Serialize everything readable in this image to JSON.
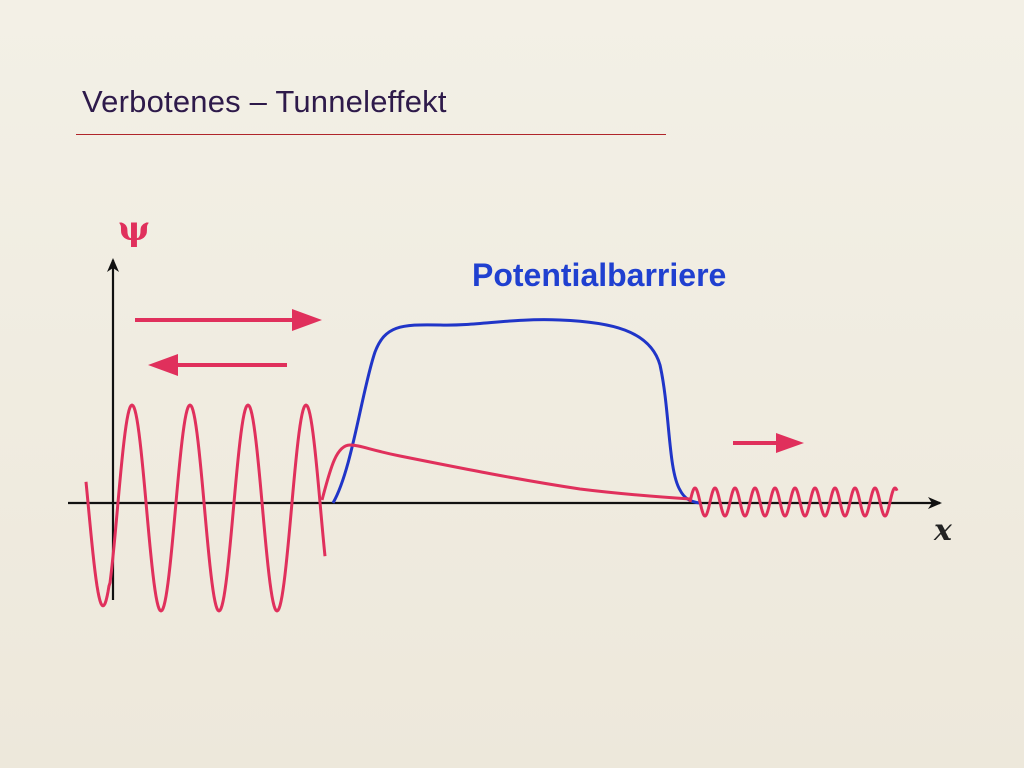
{
  "slide": {
    "title": "Verbotenes – Tunneleffekt"
  },
  "diagram": {
    "y_axis_label": "ψ",
    "x_axis_label": "x",
    "barrier_label": "Potentialbarriere",
    "arrows": [
      {
        "name": "incident-wave-arrow",
        "direction": "right"
      },
      {
        "name": "reflected-wave-arrow",
        "direction": "left"
      },
      {
        "name": "transmitted-wave-arrow",
        "direction": "right"
      }
    ]
  },
  "colors": {
    "title": "#2e1a4a",
    "title_rule": "#b0252a",
    "wave": "#e0305c",
    "barrier": "#2035c8",
    "axis": "#111111",
    "label_wave": "#e0305c",
    "label_barrier": "#2040d0"
  }
}
